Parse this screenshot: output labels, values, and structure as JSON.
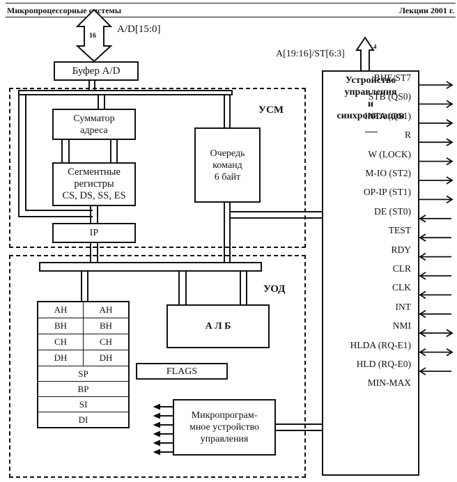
{
  "header": {
    "left": "Микропроцессорные системы",
    "right": "Лекции 2001 г."
  },
  "bus_ad": {
    "label": "A/D[15:0]",
    "width": "16"
  },
  "bus_a": {
    "label": "A[19:16]/ST[6:3]",
    "width": "4"
  },
  "buffer": "Буфер A/D",
  "usm": {
    "label": "УСМ",
    "adder": [
      "Сумматор",
      "адреса"
    ],
    "segments": [
      "Сегментные",
      "регистры",
      "CS, DS, SS, ES"
    ],
    "queue": [
      "Очередь",
      "команд",
      "6 байт"
    ],
    "ip": "IP"
  },
  "uod": {
    "label": "УОД",
    "gp_registers": [
      [
        "AH",
        "AH"
      ],
      [
        "BH",
        "BH"
      ],
      [
        "CH",
        "CH"
      ],
      [
        "DH",
        "DH"
      ]
    ],
    "index_registers": [
      "SP",
      "BP",
      "SI",
      "DI"
    ],
    "alu": "А Л Б",
    "flags": "FLAGS",
    "microcode": [
      "Микропрограм-",
      "мное устройство",
      "управления"
    ]
  },
  "control_unit": {
    "title": [
      "Устройство",
      "управления",
      "и",
      "синхронизации"
    ],
    "signals": [
      {
        "label": "BHE/ST7",
        "dir": "out"
      },
      {
        "label": "STB (QS0)",
        "dir": "out"
      },
      {
        "label": "INTA (QS1)",
        "dir": "out"
      },
      {
        "label": "R",
        "dir": "out"
      },
      {
        "label": "W (LOCK)",
        "dir": "out"
      },
      {
        "label": "M-IO (ST2)",
        "dir": "out"
      },
      {
        "label": "OP-IP (ST1)",
        "dir": "out"
      },
      {
        "label": "DE (ST0)",
        "dir": "in"
      },
      {
        "label": "TEST",
        "dir": "in"
      },
      {
        "label": "RDY",
        "dir": "in"
      },
      {
        "label": "CLR",
        "dir": "in"
      },
      {
        "label": "CLK",
        "dir": "in"
      },
      {
        "label": "INT",
        "dir": "in"
      },
      {
        "label": "NMI",
        "dir": "bi"
      },
      {
        "label": "HLDA (RQ-E1)",
        "dir": "bi"
      },
      {
        "label": "HLD (RQ-E0)",
        "dir": "in"
      },
      {
        "label": "MIN-MAX",
        "dir": "none"
      }
    ]
  }
}
